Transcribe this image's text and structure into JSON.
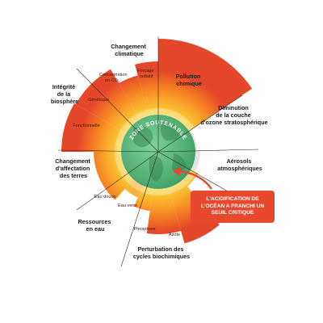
{
  "boundaries": {
    "climate": [
      "Changement",
      "climatique"
    ],
    "biosphere": [
      "Intégrité",
      "de la",
      "biosphère"
    ],
    "land": [
      "Changement",
      "d'affectation",
      "des terres"
    ],
    "water": [
      "Ressources",
      "en eau"
    ],
    "biochem": [
      "Perturbation des",
      "cycles biochimiques"
    ],
    "pollution": [
      "Pollution",
      "chimique"
    ],
    "ozone": [
      "Diminution",
      "de la couche",
      "d'ozone stratosphérique"
    ],
    "aerosols": [
      "Aérosols",
      "atmosphériques"
    ]
  },
  "segments": {
    "radiative": [
      "Forçage",
      "radiatif"
    ],
    "co2": [
      "Concentration",
      "en CO"
    ],
    "co2_sub": "2",
    "genetic": "Génétique",
    "functional": "Fonctionnelle",
    "freshwater": "Eau douce",
    "greenwater": "Eau verte",
    "phosphorus": "Phosphore",
    "nitrogen": "Azote"
  },
  "center_label": "ZONE SOUTENABLE",
  "callout": "L'ACIDIFICATION DE L'OCÉAN A FRANCHI UN SEUIL CRITIQUE",
  "colors": {
    "safe_zone": "#5cbf7c",
    "orange": "#f79a24",
    "red": "#e3452b",
    "callout": "#e8482e"
  }
}
